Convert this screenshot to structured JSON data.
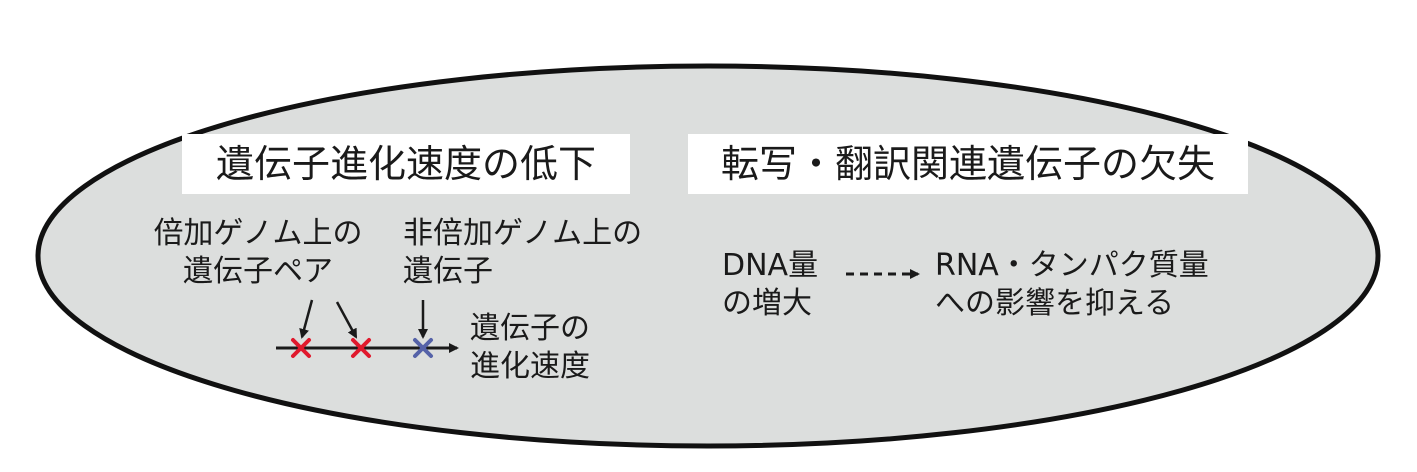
{
  "left_section": {
    "title": "遺伝子進化速度の低下",
    "paired_label": [
      "倍加ゲノム上の",
      "遺伝子ペア"
    ],
    "nonpaired_label": [
      "非倍加ゲノム上の",
      "遺伝子"
    ],
    "rate_label": [
      "遺伝子の",
      "進化速度"
    ]
  },
  "right_section": {
    "title": "転写・翻訳関連遺伝子の欠失",
    "dna_label": [
      "DNA量",
      "の増大"
    ],
    "rna_label": [
      "RNA・タンパク質量",
      "への影響を抑える"
    ]
  },
  "colors": {
    "oval_fill": "#dcdedd",
    "paired_marker": "#e0192d",
    "nonpaired_marker": "#5562a8",
    "line": "#1a1a1a"
  }
}
